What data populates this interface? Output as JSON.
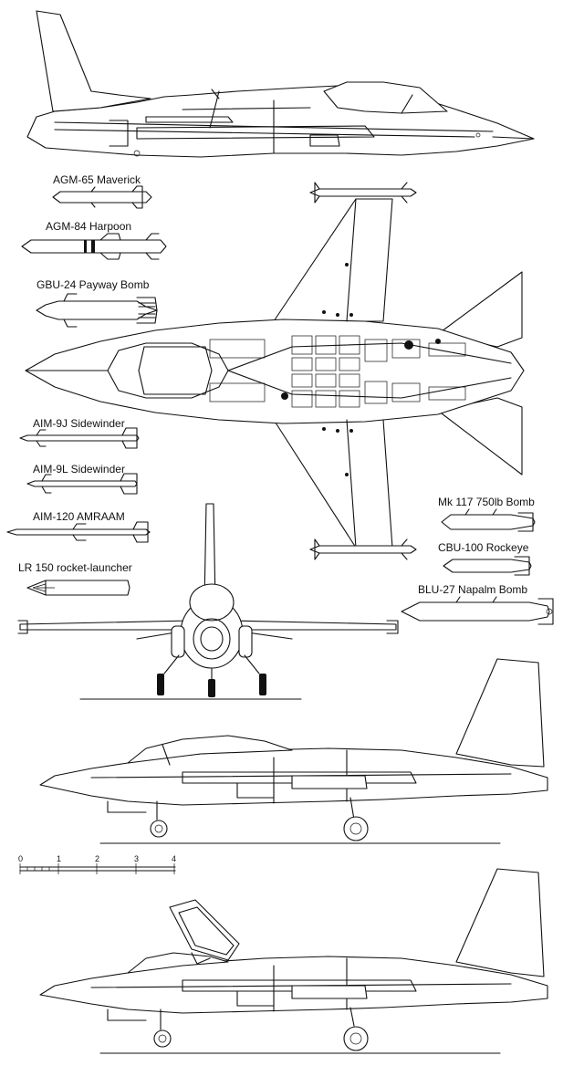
{
  "stores": {
    "agm65": "AGM-65 Maverick",
    "agm84": "AGM-84 Harpoon",
    "gbu24": "GBU-24 Payway Bomb",
    "aim9j": "AIM-9J Sidewinder",
    "aim9l": "AIM-9L Sidewinder",
    "aim120": "AIM-120 AMRAAM",
    "lr150": "LR 150 rocket-launcher",
    "mk117": "Mk 117 750lb Bomb",
    "cbu100": "CBU-100 Rockeye",
    "blu27": "BLU-27 Napalm Bomb"
  },
  "scale": {
    "ticks": [
      "0",
      "1",
      "2",
      "3",
      "4"
    ]
  }
}
